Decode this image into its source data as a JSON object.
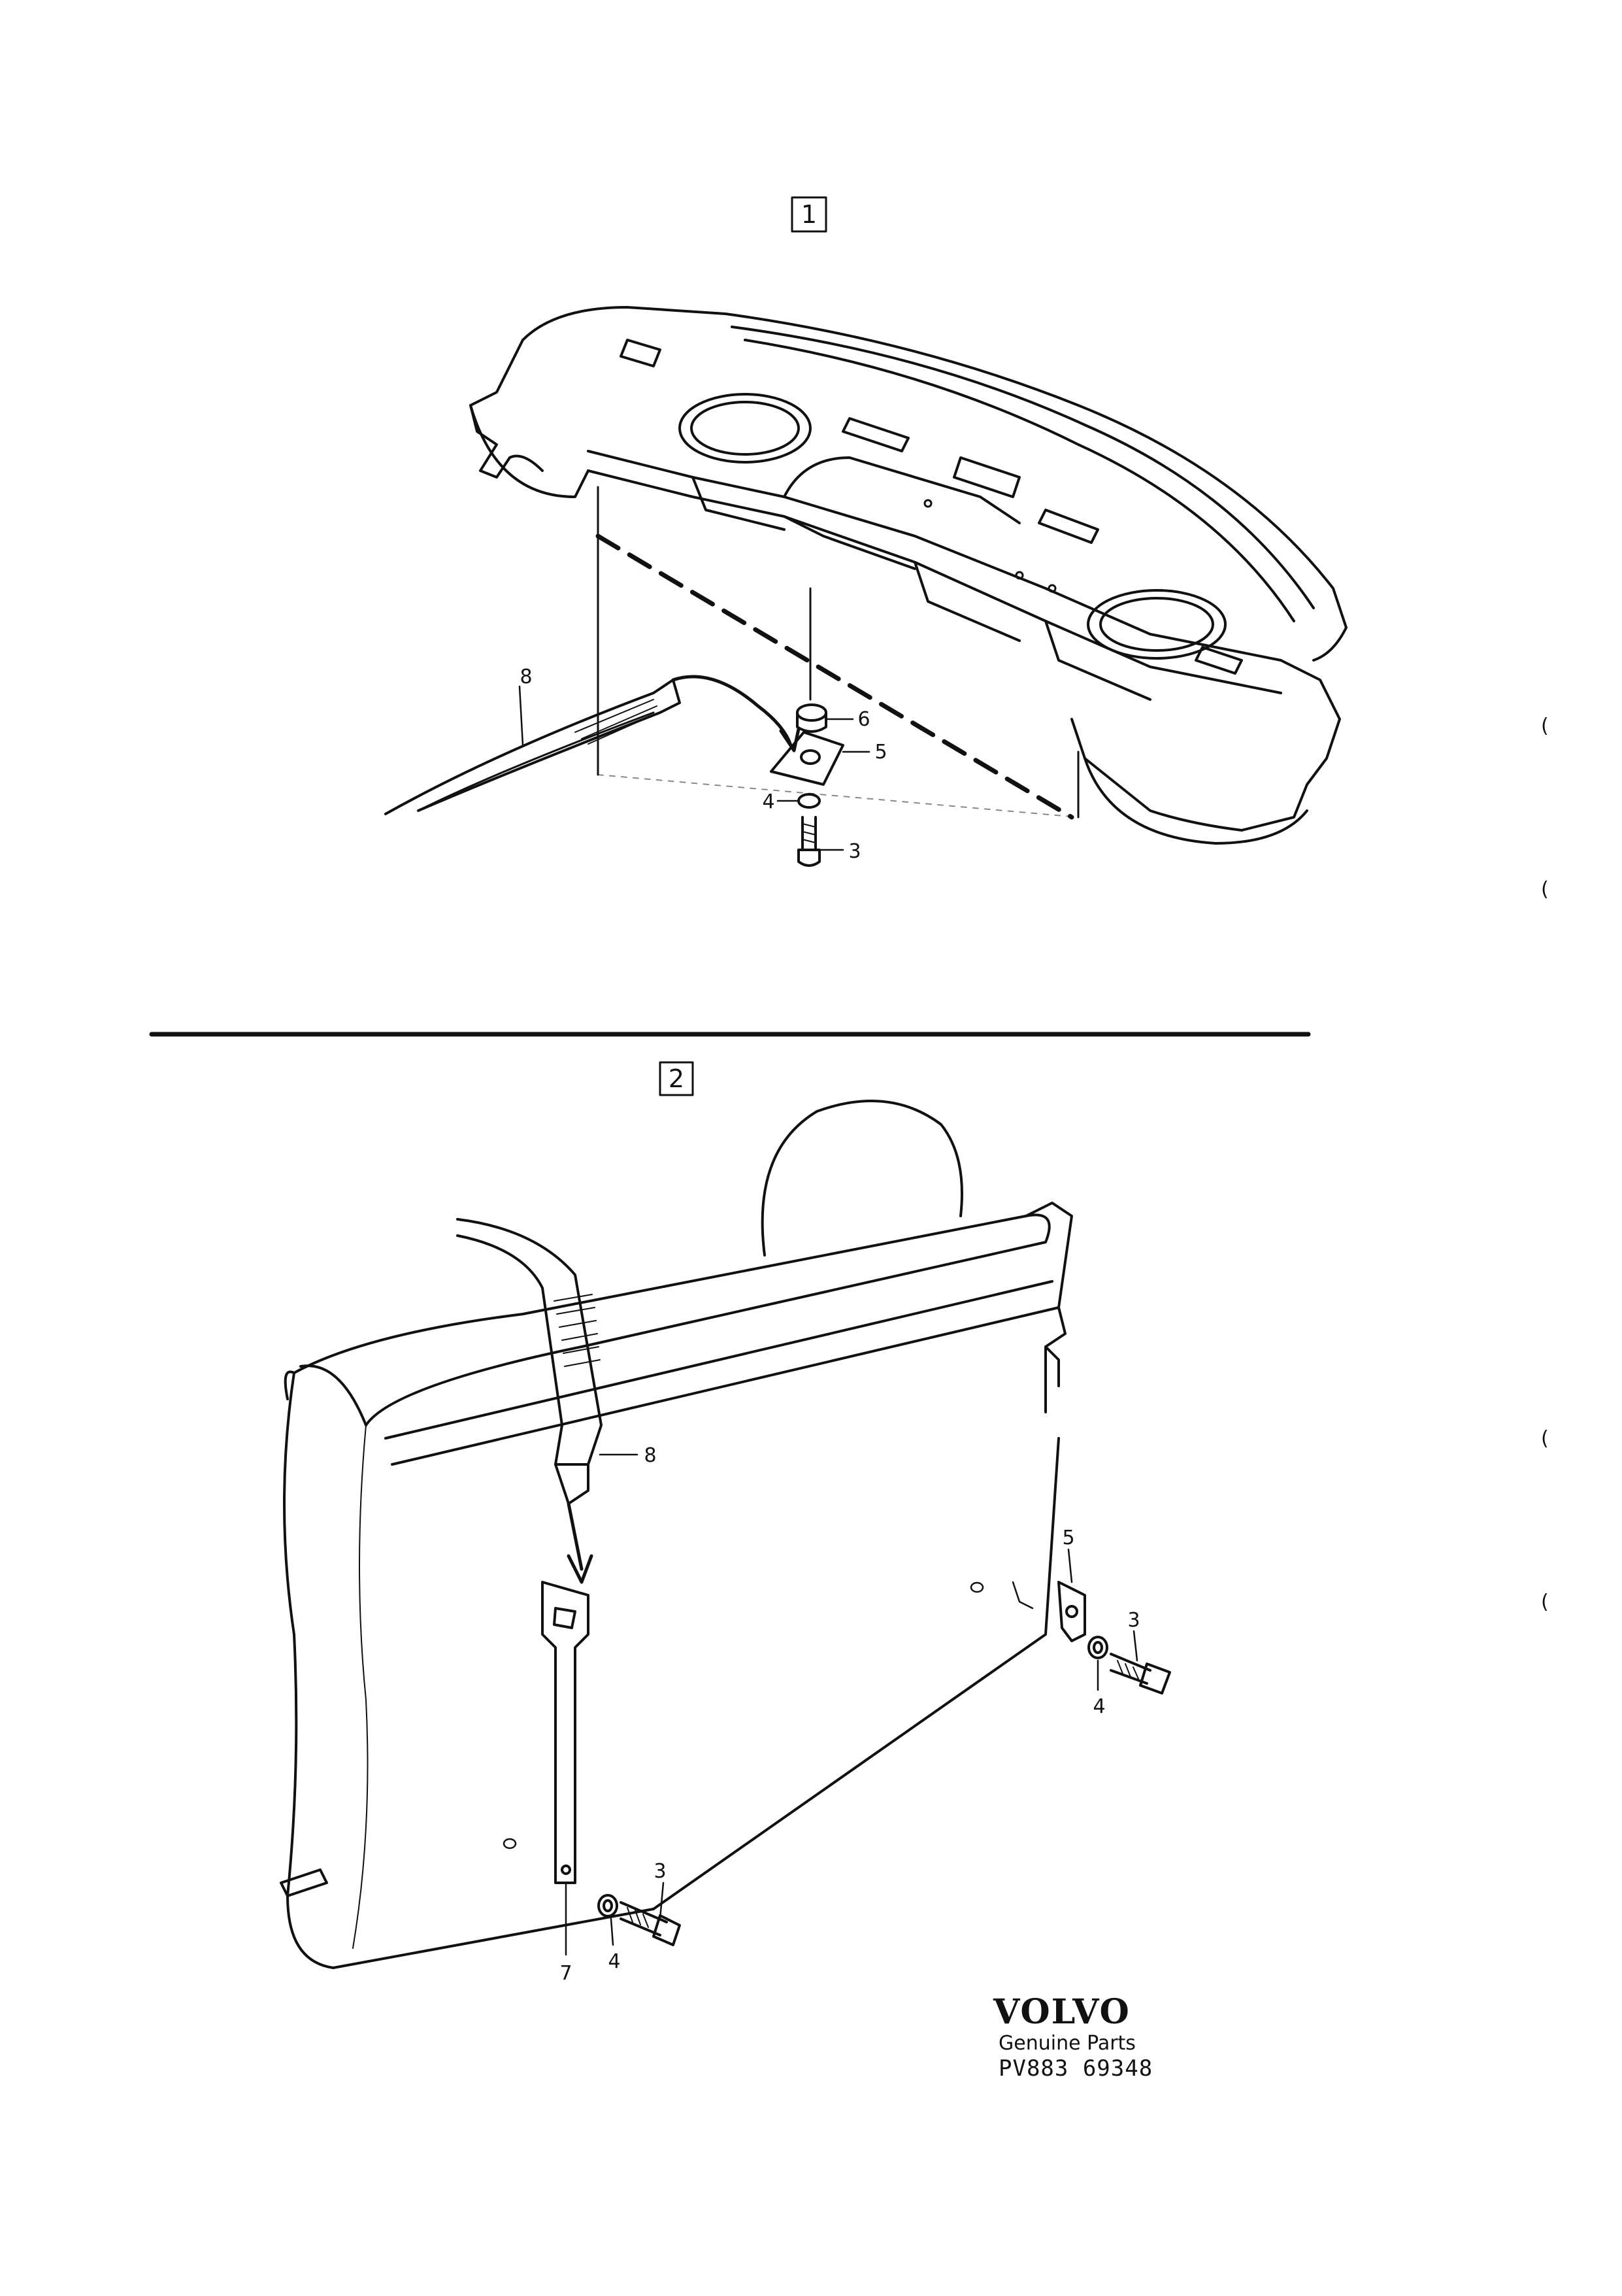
{
  "sections": [
    {
      "id": "1",
      "label": "1"
    },
    {
      "id": "2",
      "label": "2"
    }
  ],
  "callouts_top": {
    "c8": "8",
    "c6": "6",
    "c5": "5",
    "c4": "4",
    "c3": "3"
  },
  "callouts_bottom": {
    "c8": "8",
    "c5": "5",
    "c3a": "3",
    "c4a": "4",
    "c3b": "3",
    "c4b": "4",
    "c7": "7"
  },
  "margin_marks": [
    "(",
    "(",
    "(",
    "("
  ],
  "footer": {
    "brand": "VOLVO",
    "subtitle": "Genuine Parts",
    "code": "PV883 69348"
  }
}
